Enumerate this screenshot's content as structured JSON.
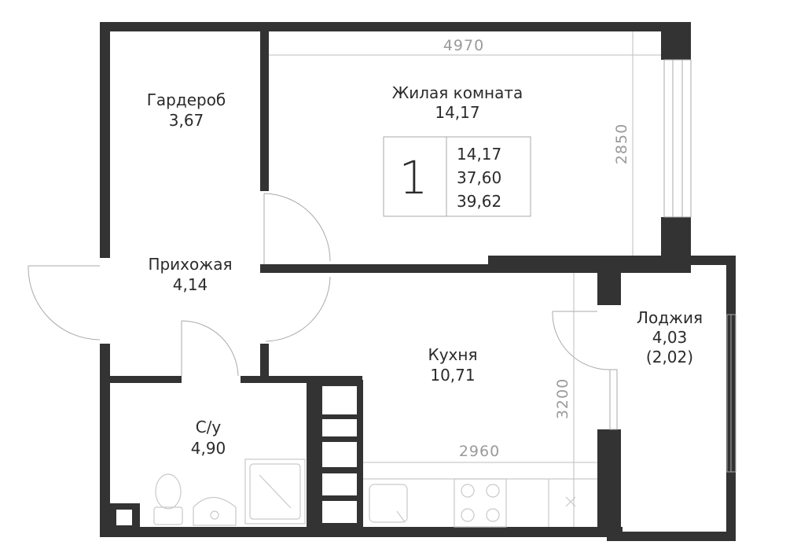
{
  "rooms": {
    "living": {
      "name": "Жилая комната",
      "area": "14,17"
    },
    "wardrobe": {
      "name": "Гардероб",
      "area": "3,67"
    },
    "hallway": {
      "name": "Прихожая",
      "area": "4,14"
    },
    "kitchen": {
      "name": "Кухня",
      "area": "10,71"
    },
    "bathroom": {
      "name": "С/у",
      "area": "4,90"
    },
    "loggia": {
      "name": "Лоджия",
      "area": "4,03",
      "area_reduced": "(2,02)"
    }
  },
  "summary": {
    "rooms_count": "1",
    "living_area": "14,17",
    "total_area": "37,60",
    "total_area_with_loggia": "39,62"
  },
  "dimensions": {
    "living_width": "4970",
    "living_depth": "2850",
    "kitchen_width": "2960",
    "kitchen_depth": "3200"
  },
  "colors": {
    "wall": "#333333",
    "dimension": "#9a9a9a",
    "text": "#2b2b2b"
  }
}
